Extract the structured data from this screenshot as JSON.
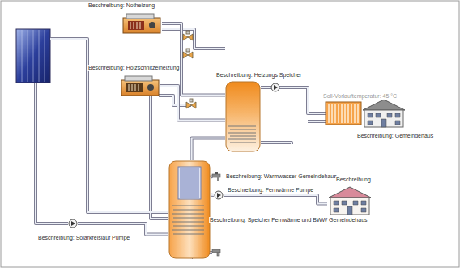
{
  "diagram": {
    "nodes": [
      {
        "text": [
          "Beschreibung: Notheizung"
        ]
      },
      {
        "text": [
          "Beschreibung: Holzschnitzelheizung"
        ]
      },
      {
        "text": [
          "Beschreibung: Heizungs Speicher"
        ]
      },
      {
        "text": [
          "Soll-Vorlauftemperatur: 45 °C"
        ]
      },
      {
        "text": [
          "Beschreibung: Gemeindehaus"
        ]
      },
      {
        "text": [
          "Beschreibung: Warmwasser Gemeindehaus"
        ]
      },
      {
        "text": [
          "Beschreibung: Fernwärme Pumpe"
        ]
      },
      {
        "text": [
          "Beschreibung"
        ]
      },
      {
        "text": [
          "Beschreibung: Speicher Fernwärme und BWW Gemeindehaus"
        ]
      },
      {
        "text": [
          "Beschreibung: Solarkreislauf Pumpe"
        ]
      }
    ],
    "edges": [
      {
        "from": 0,
        "to": 2,
        "arrow": "none"
      },
      {
        "from": 1,
        "to": 2,
        "arrow": "none"
      },
      {
        "from": 2,
        "to": 3,
        "arrow": "none"
      },
      {
        "from": 2,
        "to": 8,
        "arrow": "none"
      },
      {
        "from": 8,
        "to": 5,
        "arrow": "none"
      },
      {
        "from": 8,
        "to": 6,
        "arrow": "none"
      },
      {
        "from": 6,
        "to": 7,
        "arrow": "none"
      },
      {
        "from": 9,
        "to": 8,
        "arrow": "none"
      }
    ]
  }
}
